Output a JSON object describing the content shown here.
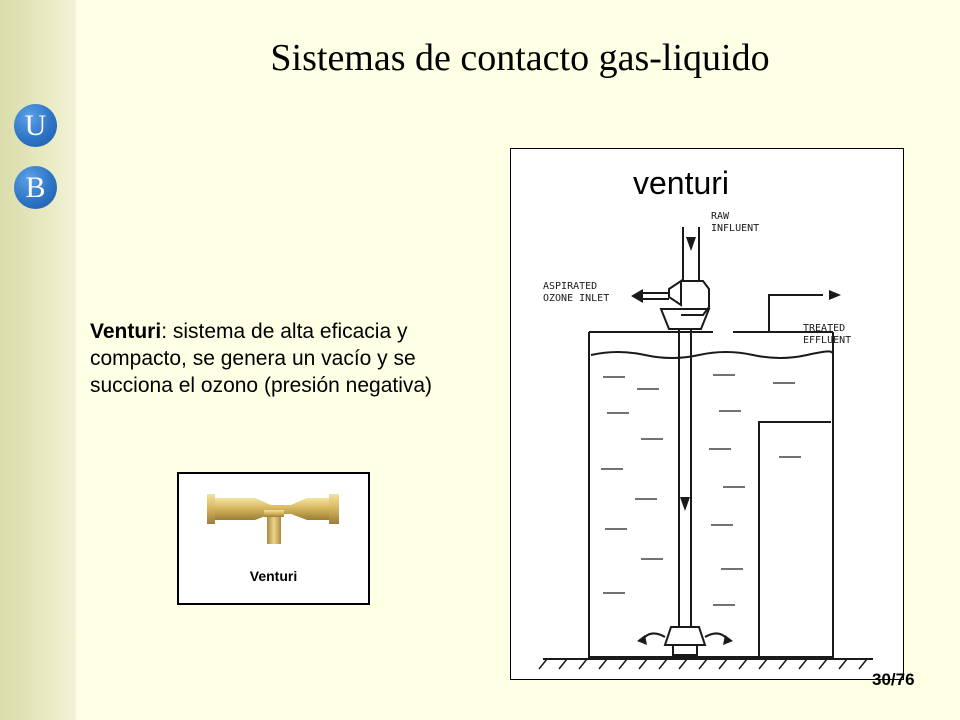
{
  "logo": {
    "letter_top": "U",
    "letter_bottom": "B"
  },
  "title": "Sistemas de contacto gas-liquido",
  "body": {
    "term": "Venturi",
    "description": ": sistema de alta eficacia y compacto, se genera un vacío y se succiona el ozono (presión negativa)"
  },
  "venturi_photo": {
    "caption": "Venturi"
  },
  "diagram": {
    "label": "venturi",
    "raw_influent_line1": "RAW",
    "raw_influent_line2": "INFLUENT",
    "ozone_line1": "ASPIRATED",
    "ozone_line2": "OZONE INLET",
    "treated_line1": "TREATED",
    "treated_line2": "EFFLUENT"
  },
  "page_number": "30/76",
  "colors": {
    "logo_blue": "#2e74c6",
    "background": "#ffffe6",
    "band": "#dfe1b2"
  }
}
